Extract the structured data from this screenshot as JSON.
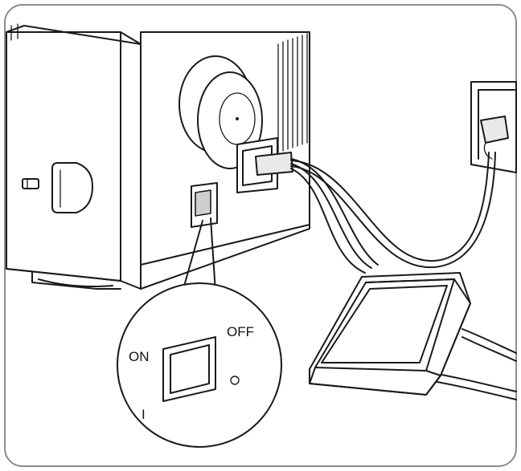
{
  "diagram": {
    "switch_labels": {
      "on": "ON",
      "off": "OFF",
      "on_symbol": "I"
    },
    "colors": {
      "line": "#1a1a1a",
      "frame": "#888888",
      "background": "#ffffff"
    }
  }
}
